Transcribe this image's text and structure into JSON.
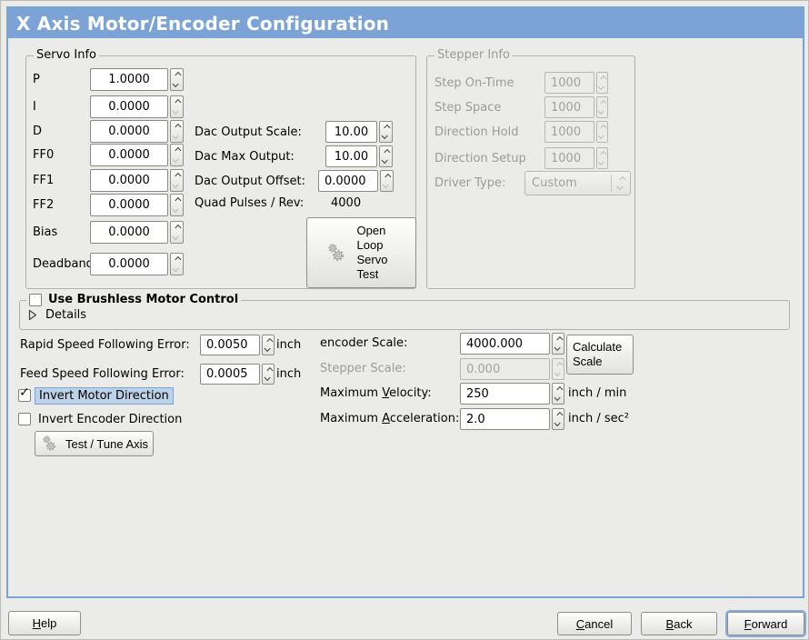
{
  "title": "X Axis Motor/Encoder Configuration",
  "icons": {
    "checkmark": "✓"
  },
  "colors": {
    "titlebar": "#7ba3d6",
    "background": "#ebebe9",
    "selection_highlight": "#bcd2e8"
  },
  "servo_info": {
    "legend": "Servo Info",
    "pid_rows": [
      {
        "label": "P",
        "value": "1.0000"
      },
      {
        "label": "I",
        "value": "0.0000"
      },
      {
        "label": "D",
        "value": "0.0000"
      },
      {
        "label": "FF0",
        "value": "0.0000"
      },
      {
        "label": "FF1",
        "value": "0.0000"
      },
      {
        "label": "FF2",
        "value": "0.0000"
      },
      {
        "label": "Bias",
        "value": "0.0000"
      },
      {
        "label": "Deadband",
        "value": "0.0000"
      }
    ],
    "dac_scale_label": "Dac Output Scale:",
    "dac_scale_value": "10.00",
    "dac_max_label": "Dac Max Output:",
    "dac_max_value": "10.00",
    "dac_offset_label": "Dac Output Offset:",
    "dac_offset_value": "0.0000",
    "quad_label": "Quad Pulses / Rev:",
    "quad_value": "4000",
    "open_loop_button": "Open Loop Servo Test"
  },
  "stepper_info": {
    "legend": "Stepper Info",
    "rows": [
      {
        "label": "Step On-Time",
        "value": "1000"
      },
      {
        "label": "Step Space",
        "value": "1000"
      },
      {
        "label": "Direction Hold",
        "value": "1000"
      },
      {
        "label": "Direction Setup",
        "value": "1000"
      }
    ],
    "driver_label": "Driver Type:",
    "driver_value": "Custom"
  },
  "brushless": {
    "label": "Use Brushless Motor Control",
    "details_label": "Details"
  },
  "following": {
    "rapid_label": "Rapid Speed Following Error:",
    "rapid_value": "0.0050",
    "rapid_unit": "inch",
    "feed_label": "Feed Speed Following Error:",
    "feed_value": "0.0005",
    "feed_unit": "inch"
  },
  "scaling": {
    "encoder_label": "encoder Scale:",
    "encoder_value": "4000.000",
    "stepper_label": "Stepper Scale:",
    "stepper_value": "0.000",
    "calc_button": "Calculate Scale",
    "velocity_label": "Maximum Velocity:",
    "velocity_value": "250",
    "velocity_unit": "inch / min",
    "accel_label": "Maximum Acceleration:",
    "accel_value": "2.0",
    "accel_unit": "inch / sec²"
  },
  "direction": {
    "invert_motor_label": "Invert Motor Direction",
    "invert_encoder_label": "Invert Encoder Direction",
    "test_button": "Test / Tune Axis"
  },
  "actions": {
    "help": "Help",
    "cancel": "Cancel",
    "back": "Back",
    "forward": "Forward"
  }
}
